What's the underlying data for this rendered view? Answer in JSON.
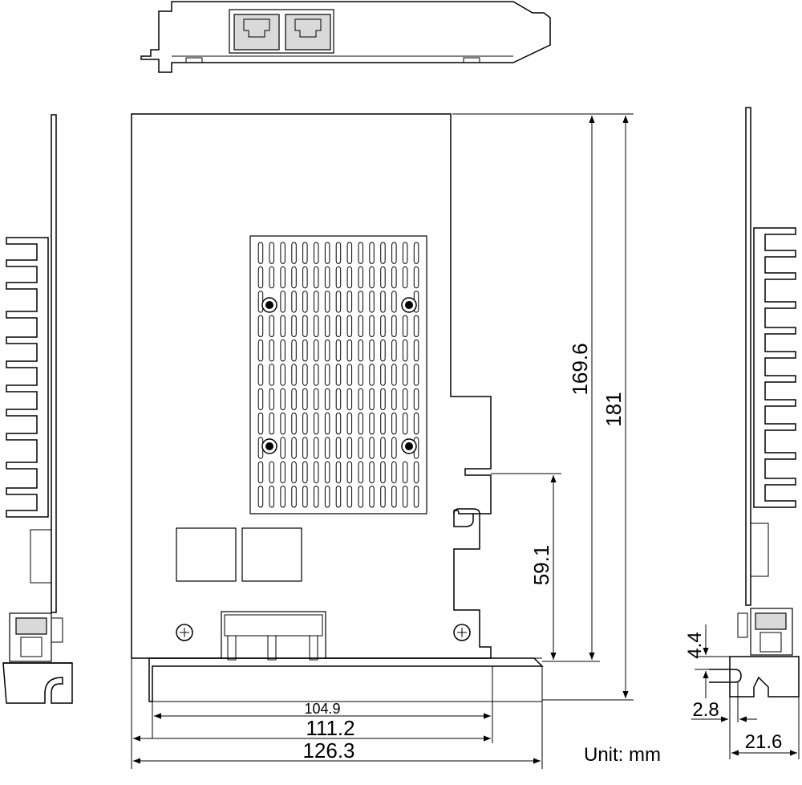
{
  "dimensions": {
    "height_connector": "169.6",
    "height_total": "181",
    "edge_height": "59.1",
    "width_connector": "104.9",
    "width_board": "111.2",
    "width_total": "126.3",
    "bracket_offset": "4.4",
    "bracket_tab": "2.8",
    "side_thickness": "21.6"
  },
  "unit_label": "Unit: mm"
}
